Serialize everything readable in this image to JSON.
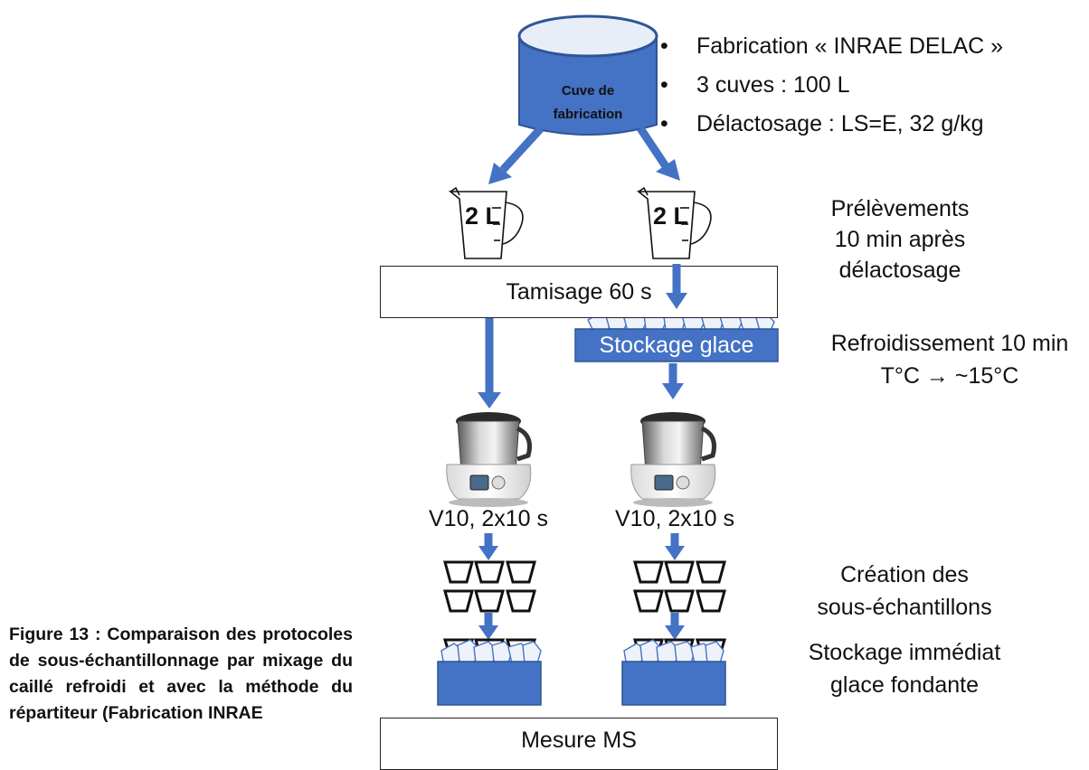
{
  "vat": {
    "label_line1": "Cuve de",
    "label_line2": "fabrication"
  },
  "bullets": [
    "Fabrication « INRAE DELAC »",
    "3 cuves : 100 L",
    "Délactosage : LS=E, 32 g/kg"
  ],
  "jug_left": {
    "label": "2 L"
  },
  "jug_right": {
    "label": "2 L"
  },
  "sampling_note": {
    "line1": "Prélèvements",
    "line2": "10 min après",
    "line3": "délactosage"
  },
  "sieving_box": {
    "label": "Tamisage 60 s"
  },
  "ice_box": {
    "label": "Stockage glace"
  },
  "cooling_note": {
    "line1": "Refroidissement 10 min",
    "line2": "T°C → ~15°C"
  },
  "mixer_left": {
    "setting": "V10, 2x10 s"
  },
  "mixer_right": {
    "setting": "V10, 2x10 s"
  },
  "subsample_note": {
    "line1": "Création des",
    "line2": "sous-échantillons"
  },
  "storage_note": {
    "line1": "Stockage immédiat",
    "line2": "glace fondante"
  },
  "measure_box": {
    "label": "Mesure MS"
  },
  "caption": "Figure 13 : Comparaison des protocoles de sous-échantillonnage par mixage du caillé refroidi et avec la méthode du répartiteur (Fabrication INRAE",
  "colors": {
    "blue": "#4472c4",
    "blue_dark": "#2f5597",
    "vat_top": "#e8eef8",
    "ice": "#eef3fb"
  },
  "icons": [
    "vat-icon",
    "measuring-jug-icon",
    "arrow-down-icon",
    "food-processor-icon",
    "cup-icon",
    "ice-cubes-icon"
  ]
}
